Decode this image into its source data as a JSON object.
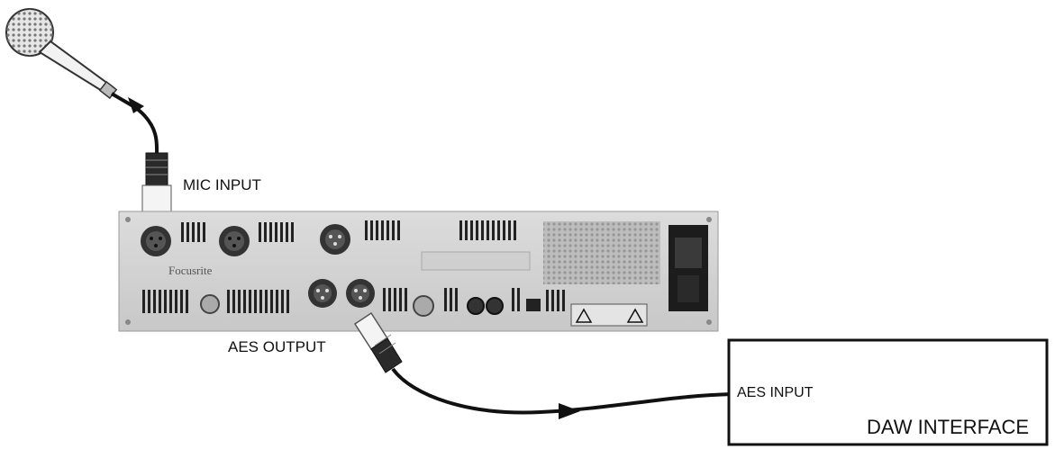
{
  "labels": {
    "mic_input": "MIC INPUT",
    "aes_output": "AES OUTPUT",
    "aes_input": "AES INPUT",
    "daw_interface": "DAW INTERFACE",
    "brand": "Focusrite"
  },
  "icons": [
    "microphone-icon",
    "xlr-connector-icon",
    "arrow-icon"
  ],
  "colors": {
    "panel": "#d4d4d4",
    "cable": "#111111",
    "box_border": "#111111"
  }
}
